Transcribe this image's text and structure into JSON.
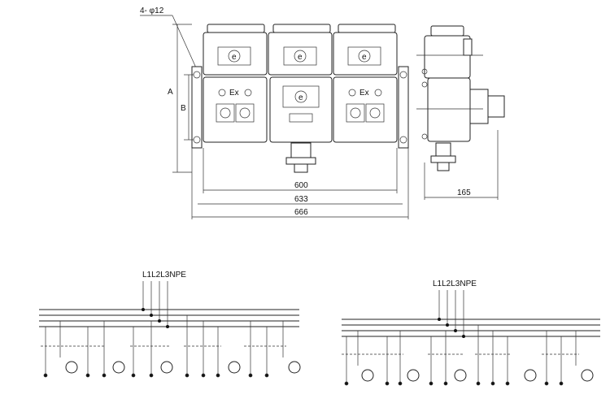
{
  "dimensions": {
    "hole_spec": "4- φ12",
    "width_600": "600",
    "width_633": "633",
    "width_666": "666",
    "depth_165": "165",
    "height_a": "A",
    "height_b": "B"
  },
  "front_view": {
    "socket_mark": "e",
    "ex_mark": "Ex"
  },
  "circuit_left": {
    "phase_label": "L1L2L3NPE"
  },
  "circuit_right": {
    "phase_label": "L1L2L3NPE"
  }
}
